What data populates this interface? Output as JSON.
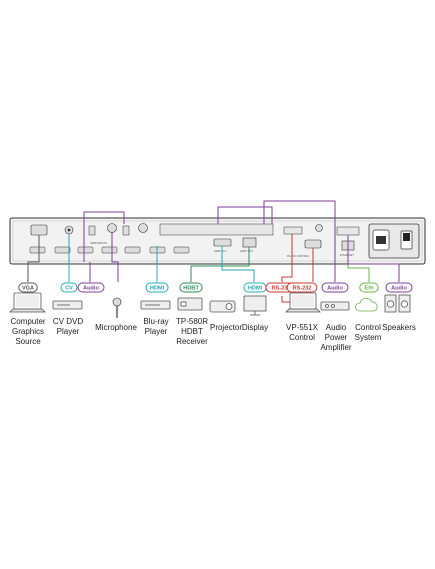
{
  "devices": [
    {
      "id": "computer",
      "label": "Computer\nGraphics\nSource",
      "tag": "VGA",
      "icon": "laptop-icon"
    },
    {
      "id": "cvdvd",
      "label": "CV DVD\nPlayer",
      "tag": "CV",
      "icon": "dvd-player-icon"
    },
    {
      "id": "microphone",
      "label": "Microphone",
      "tag": "Audio",
      "icon": "microphone-icon"
    },
    {
      "id": "bluray",
      "label": "Blu-ray\nPlayer",
      "tag": "HDMI",
      "icon": "bluray-player-icon"
    },
    {
      "id": "receiver",
      "label": "TP-580R\nHDBT\nReceiver",
      "tag": "HDBT",
      "icon": "receiver-icon"
    },
    {
      "id": "projector",
      "label": "Projector",
      "tag": "",
      "icon": "projector-icon"
    },
    {
      "id": "display",
      "label": "Display",
      "tag": "HDMI",
      "icon": "display-icon"
    },
    {
      "id": "vp551x",
      "label": "VP-551X\nControl",
      "tag": "RS-232",
      "tag2": "RS-232",
      "icon": "laptop-icon"
    },
    {
      "id": "amplifier",
      "label": "Audio\nPower\nAmplifier",
      "tag": "Audio",
      "icon": "amplifier-icon"
    },
    {
      "id": "controlsystem",
      "label": "Control\nSystem",
      "tag": "Eth",
      "icon": "cloud-icon"
    },
    {
      "id": "speakers",
      "label": "Speakers",
      "tag": "Audio",
      "icon": "speakers-icon"
    }
  ],
  "panel_labels": {
    "hdmi_inputs": "HDMI INPUTS",
    "hdmi_out": "HDMI OUT",
    "hdbt_out": "HDBT OUT",
    "ethernet": "ETHERNET",
    "rs232": "RS-232 CONTROL"
  },
  "colors": {
    "vga": "#555555",
    "cv": "#26a7b8",
    "audio": "#7b3f98",
    "hdmi": "#26a7b8",
    "hdbt": "#2e8b57",
    "rs232": "#c0392b",
    "eth": "#6ab04c",
    "speaker": "#7b3f98"
  }
}
